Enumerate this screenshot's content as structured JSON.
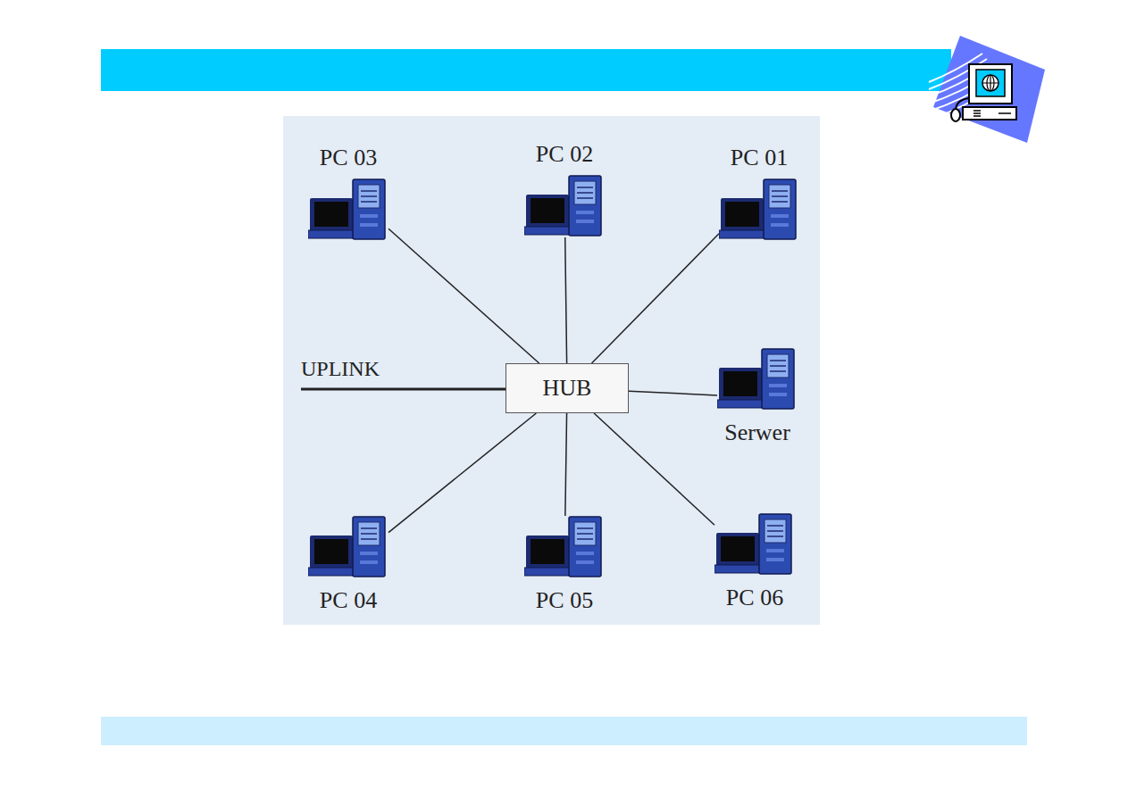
{
  "diagram": {
    "nodes": [
      {
        "text": [
          "PC 03"
        ]
      },
      {
        "text": [
          "PC 02"
        ]
      },
      {
        "text": [
          "PC 01"
        ]
      },
      {
        "text": [
          "HUB"
        ]
      },
      {
        "text": [
          "Serwer"
        ]
      },
      {
        "text": [
          "PC 04"
        ]
      },
      {
        "text": [
          "PC 05"
        ]
      },
      {
        "text": [
          "PC 06"
        ]
      }
    ],
    "edges": [
      {
        "from": 0,
        "to": 3,
        "arrow": "none"
      },
      {
        "from": 1,
        "to": 3,
        "arrow": "none"
      },
      {
        "from": 2,
        "to": 3,
        "arrow": "none"
      },
      {
        "from": 3,
        "to": 4,
        "arrow": "none"
      },
      {
        "from": 5,
        "to": 3,
        "arrow": "none"
      },
      {
        "from": 6,
        "to": 3,
        "arrow": "none"
      },
      {
        "from": 7,
        "to": 3,
        "arrow": "none"
      }
    ],
    "labels": [
      "UPLINK"
    ]
  }
}
